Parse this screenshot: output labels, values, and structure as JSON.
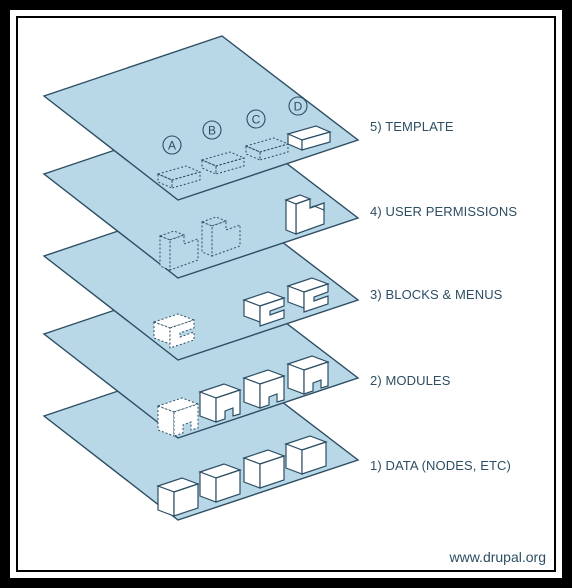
{
  "layers": [
    {
      "label": "5) TEMPLATE"
    },
    {
      "label": "4) USER PERMISSIONS"
    },
    {
      "label": "3) BLOCKS & MENUS"
    },
    {
      "label": "2) MODULES"
    },
    {
      "label": "1) DATA (NODES, ETC)"
    }
  ],
  "template_slots": [
    "A",
    "B",
    "C",
    "D"
  ],
  "credit": "www.drupal.org",
  "colors": {
    "plane_fill": "#b8d8e8",
    "plane_stroke": "#2d4e63",
    "label_text": "#2d4e63",
    "frame": "#000000"
  }
}
